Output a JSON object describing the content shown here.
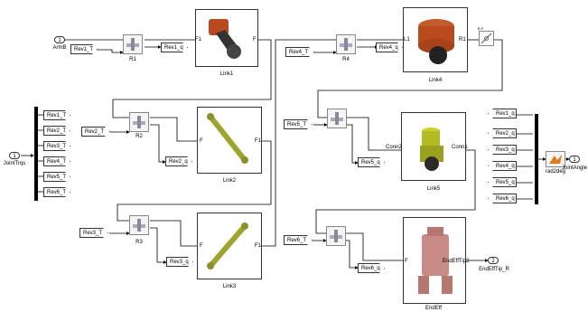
{
  "ports": {
    "armb": {
      "num": "1",
      "name": "ArmB"
    },
    "joint_trqs": {
      "num": "1",
      "name": "JointTrqs"
    },
    "joint_angle": {
      "num": "1",
      "name": "JointAngle"
    },
    "endeff_tip": {
      "num": "2",
      "name": "EndEffTip_R"
    }
  },
  "mux_outputs": [
    "Rev1_T",
    "Rev2_T",
    "Rev3_T",
    "Rev4_T",
    "Rev5_T",
    "Rev6_T"
  ],
  "mux_inputs": [
    "Rev1_q",
    "Rev2_q",
    "Rev3_q",
    "Rev4_q",
    "Rev5_q",
    "Rev6_q"
  ],
  "from_tags": {
    "r1": "Rev1_T",
    "r2": "Rev2_T",
    "r3": "Rev3_T",
    "r4": "Rev4_T",
    "r5": "Rev5_T",
    "r6": "Rev6_T"
  },
  "goto_tags": {
    "r1": "Rev1_q",
    "r2": "Rev2_q",
    "r3": "Rev3_q",
    "r4": "Rev4_q",
    "r5": "Rev5_q",
    "r6": "Rev6_q"
  },
  "joints": {
    "r1": "R1",
    "r2": "R2",
    "r3": "R3",
    "r4": "R4"
  },
  "bodies": {
    "link1": {
      "name": "Link1",
      "port_in": "F1",
      "port_out": "F"
    },
    "link2": {
      "name": "Link2",
      "port_in": "F",
      "port_out": "F1"
    },
    "link3": {
      "name": "Link3",
      "port_in": "F",
      "port_out": "F1"
    },
    "link4": {
      "name": "Link4",
      "port_in": "L1",
      "port_out": "R1"
    },
    "link5": {
      "name": "Link5",
      "port_in": "Conn2",
      "port_out": "Conn1"
    },
    "endeff": {
      "name": "EndEff",
      "port_in": "F",
      "port_out": "EndEffTip2"
    }
  },
  "converter": {
    "label": "rad2deg"
  },
  "transform": {
    "ports": "B  F"
  },
  "colors": {
    "link1": "#b84a1e",
    "link2": "#9ea52c",
    "link4": "#b84a1e",
    "link5": "#c9d22a",
    "endeff": "#c98b85"
  }
}
